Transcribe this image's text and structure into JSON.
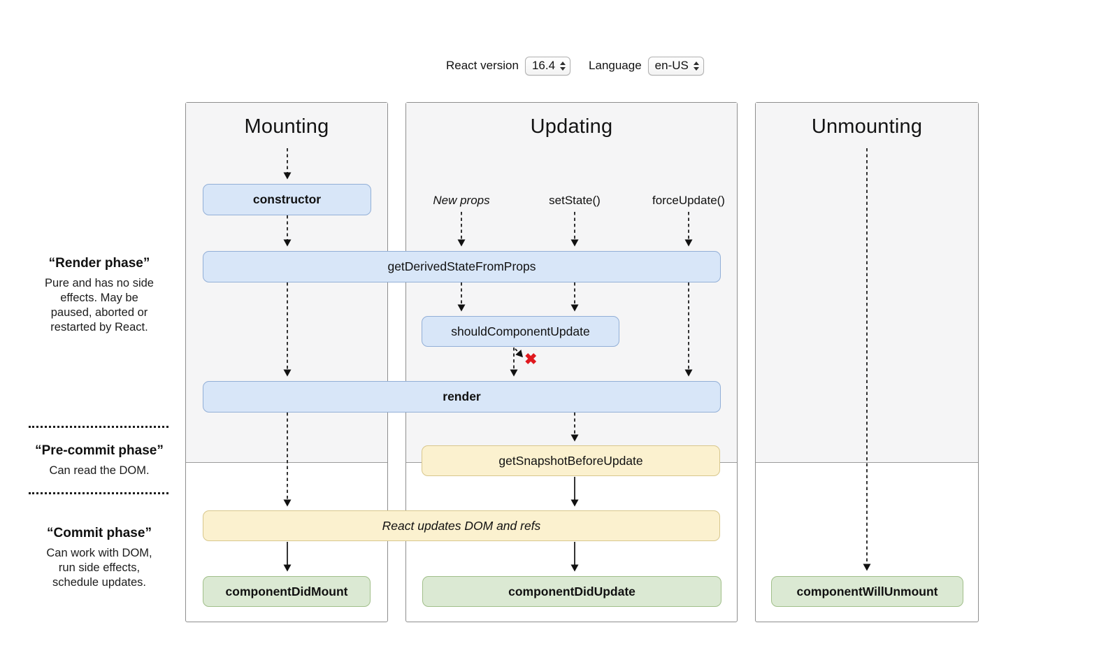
{
  "controls": {
    "react_version_label": "React version",
    "react_version_value": "16.4",
    "language_label": "Language",
    "language_value": "en-US"
  },
  "columns": {
    "mounting": {
      "title": "Mounting"
    },
    "updating": {
      "title": "Updating",
      "triggers": [
        "New props",
        "setState()",
        "forceUpdate()"
      ]
    },
    "unmounting": {
      "title": "Unmounting"
    }
  },
  "phases": {
    "render": {
      "title": "“Render phase”",
      "lines": [
        "Pure and has no side",
        "effects. May be",
        "paused, aborted or",
        "restarted by React."
      ]
    },
    "pre_commit": {
      "title": "“Pre-commit phase”",
      "lines": [
        "Can read the DOM."
      ]
    },
    "commit": {
      "title": "“Commit phase”",
      "lines": [
        "Can work with DOM,",
        "run side effects,",
        "schedule updates."
      ]
    }
  },
  "methods": {
    "constructor": "constructor",
    "getDerivedStateFromProps": "getDerivedStateFromProps",
    "shouldComponentUpdate": "shouldComponentUpdate",
    "render": "render",
    "getSnapshotBeforeUpdate": "getSnapshotBeforeUpdate",
    "reactUpdates": "React updates DOM and refs",
    "componentDidMount": "componentDidMount",
    "componentDidUpdate": "componentDidUpdate",
    "componentWillUnmount": "componentWillUnmount"
  },
  "annotations": {
    "skip_update_mark": "✖"
  },
  "colors": {
    "box_blue_fill": "#d8e6f8",
    "box_blue_border": "#92afd7",
    "box_yellow_fill": "#fbf1cf",
    "box_yellow_border": "#d8c78c",
    "box_green_fill": "#dbe9d3",
    "box_green_border": "#a1bf8a",
    "panel_gray": "#f5f5f6",
    "panel_border": "#8e8e8e",
    "arrow": "#111111",
    "skip_x_red": "#e0191f"
  }
}
